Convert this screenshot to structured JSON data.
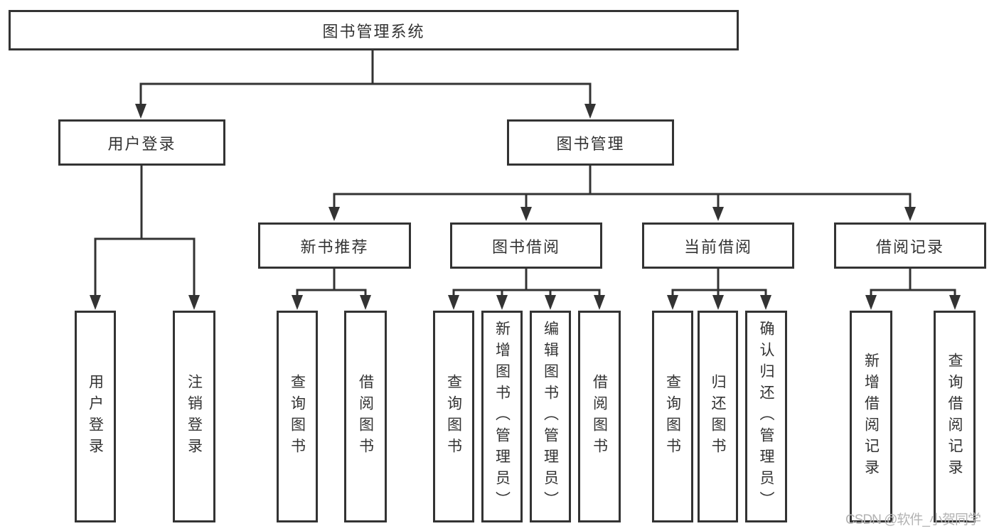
{
  "tree": {
    "root": {
      "label": "图书管理系统",
      "children": [
        {
          "label": "用户登录",
          "children": [
            {
              "label": "用户登录"
            },
            {
              "label": "注销登录"
            }
          ]
        },
        {
          "label": "图书管理",
          "children": [
            {
              "label": "新书推荐",
              "children": [
                {
                  "label": "查询图书"
                },
                {
                  "label": "借阅图书"
                }
              ]
            },
            {
              "label": "图书借阅",
              "children": [
                {
                  "label": "查询图书"
                },
                {
                  "label": "新增图书（管理员）"
                },
                {
                  "label": "编辑图书（管理员）"
                },
                {
                  "label": "借阅图书"
                }
              ]
            },
            {
              "label": "当前借阅",
              "children": [
                {
                  "label": "查询图书"
                },
                {
                  "label": "归还图书"
                },
                {
                  "label": "确认归还（管理员）"
                }
              ]
            },
            {
              "label": "借阅记录",
              "children": [
                {
                  "label": "新增借阅记录"
                },
                {
                  "label": "查询借阅记录"
                }
              ]
            }
          ]
        }
      ]
    }
  },
  "watermark": {
    "text": "CSDN @软件_小贺同学"
  },
  "colors": {
    "line": "#333333",
    "node_text": "#333333",
    "node_background": "#ffffff",
    "watermark_text": "#b3b3b3",
    "background": "#ffffff"
  }
}
